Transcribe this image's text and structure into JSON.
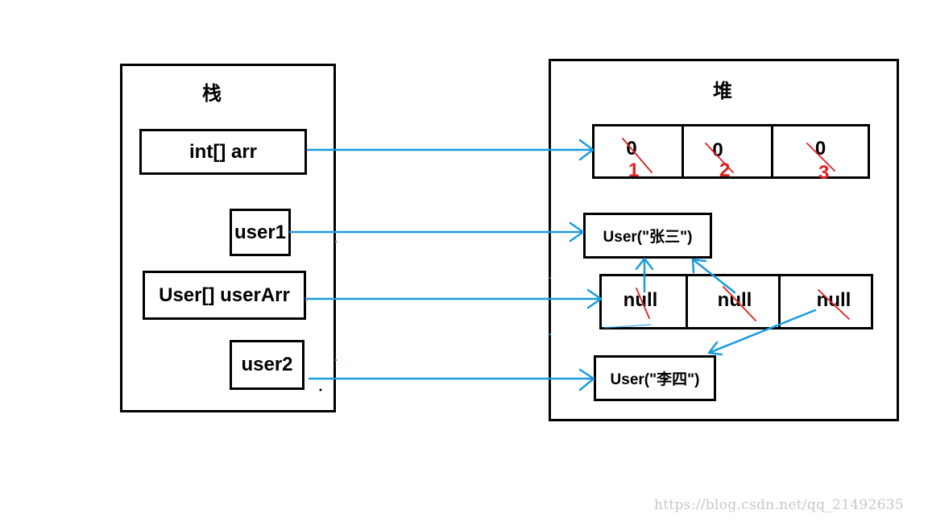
{
  "stack": {
    "title": "栈",
    "vars": {
      "arr": "int[] arr",
      "user1": "user1",
      "userArr": "User[] userArr",
      "user2": "user2"
    }
  },
  "heap": {
    "title": "堆",
    "int_array": {
      "values": [
        "0",
        "0",
        "0"
      ],
      "new_values": [
        "1",
        "2",
        "3"
      ]
    },
    "user_objects": {
      "zhangsan": "User(\"张三\")",
      "lisi": "User(\"李四\")"
    },
    "user_array": {
      "values": [
        "null",
        "null",
        "null"
      ]
    }
  },
  "colors": {
    "arrow": "#1a9be0",
    "strike": "#e02020",
    "border": "#000000"
  },
  "watermark": "https://blog.csdn.net/qq_21492635"
}
